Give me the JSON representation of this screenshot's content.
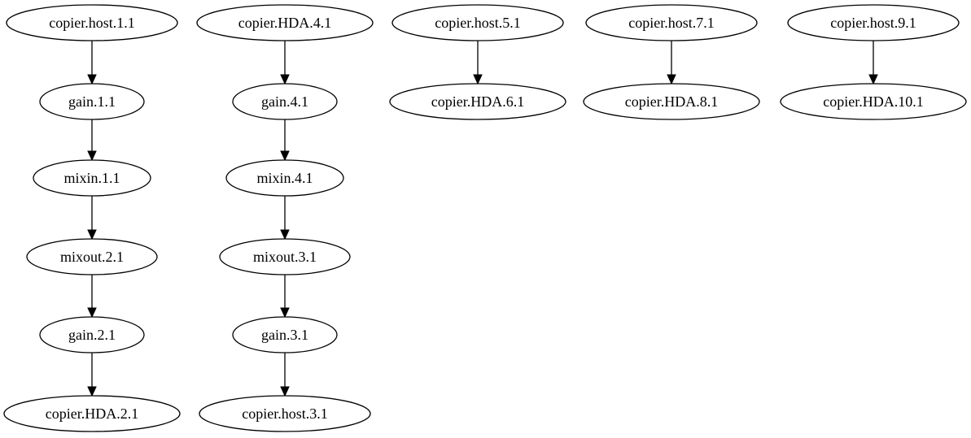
{
  "graph": {
    "nodes": [
      {
        "id": "n1",
        "label": "copier.host.1.1"
      },
      {
        "id": "n2",
        "label": "gain.1.1"
      },
      {
        "id": "n3",
        "label": "mixin.1.1"
      },
      {
        "id": "n4",
        "label": "mixout.2.1"
      },
      {
        "id": "n5",
        "label": "gain.2.1"
      },
      {
        "id": "n6",
        "label": "copier.HDA.2.1"
      },
      {
        "id": "n7",
        "label": "copier.HDA.4.1"
      },
      {
        "id": "n8",
        "label": "gain.4.1"
      },
      {
        "id": "n9",
        "label": "mixin.4.1"
      },
      {
        "id": "n10",
        "label": "mixout.3.1"
      },
      {
        "id": "n11",
        "label": "gain.3.1"
      },
      {
        "id": "n12",
        "label": "copier.host.3.1"
      },
      {
        "id": "n13",
        "label": "copier.host.5.1"
      },
      {
        "id": "n14",
        "label": "copier.HDA.6.1"
      },
      {
        "id": "n15",
        "label": "copier.host.7.1"
      },
      {
        "id": "n16",
        "label": "copier.HDA.8.1"
      },
      {
        "id": "n17",
        "label": "copier.host.9.1"
      },
      {
        "id": "n18",
        "label": "copier.HDA.10.1"
      }
    ],
    "edges": [
      {
        "from": "n1",
        "to": "n2"
      },
      {
        "from": "n2",
        "to": "n3"
      },
      {
        "from": "n3",
        "to": "n4"
      },
      {
        "from": "n4",
        "to": "n5"
      },
      {
        "from": "n5",
        "to": "n6"
      },
      {
        "from": "n7",
        "to": "n8"
      },
      {
        "from": "n8",
        "to": "n9"
      },
      {
        "from": "n9",
        "to": "n10"
      },
      {
        "from": "n10",
        "to": "n11"
      },
      {
        "from": "n11",
        "to": "n12"
      },
      {
        "from": "n13",
        "to": "n14"
      },
      {
        "from": "n15",
        "to": "n16"
      },
      {
        "from": "n17",
        "to": "n18"
      }
    ]
  }
}
